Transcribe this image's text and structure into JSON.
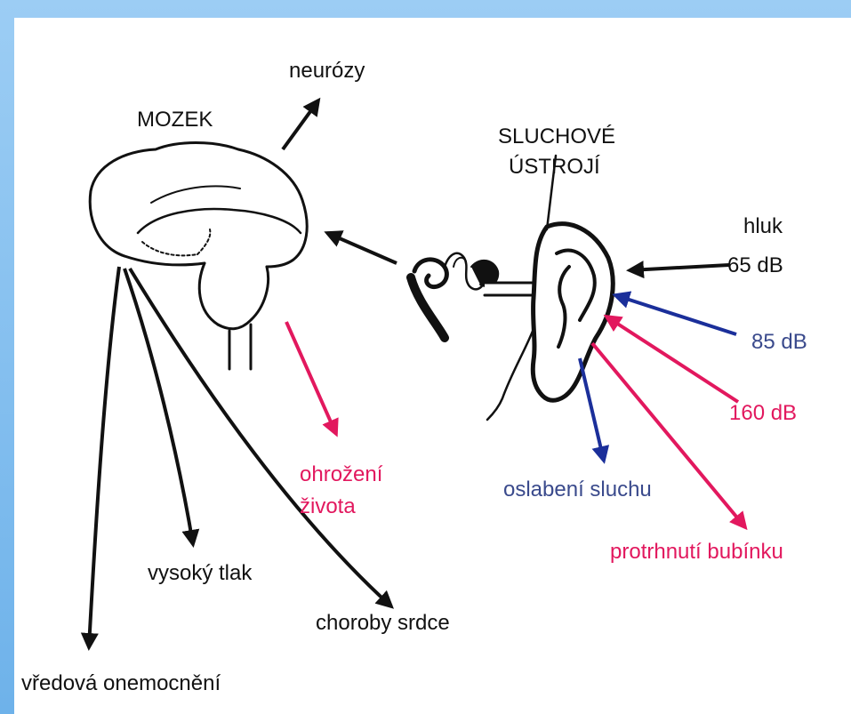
{
  "colors": {
    "black": "#111111",
    "blue": "#1b2f9a",
    "blue_text": "#3a4a8c",
    "pink": "#e2185e",
    "frame_blue": "#7cbcef"
  },
  "labels": {
    "brain": "MOZEK",
    "neuroses": "neurózy",
    "hearing_organ_line1": "SLUCHOVÉ",
    "hearing_organ_line2": "ÚSTROJÍ",
    "noise": "hluk",
    "db65": "65 dB",
    "db85": "85 dB",
    "db160": "160 dB",
    "life_threat_line1": "ohrožení",
    "life_threat_line2": "života",
    "hearing_weakening": "oslabení sluchu",
    "eardrum_rupture": "protrhnutí bubínku",
    "high_pressure": "vysoký tlak",
    "heart_disease": "choroby srdce",
    "ulcer_diseases": "vředová onemocnění"
  },
  "icons": [
    "brain-icon",
    "ear-icon",
    "inner-ear-icon"
  ]
}
